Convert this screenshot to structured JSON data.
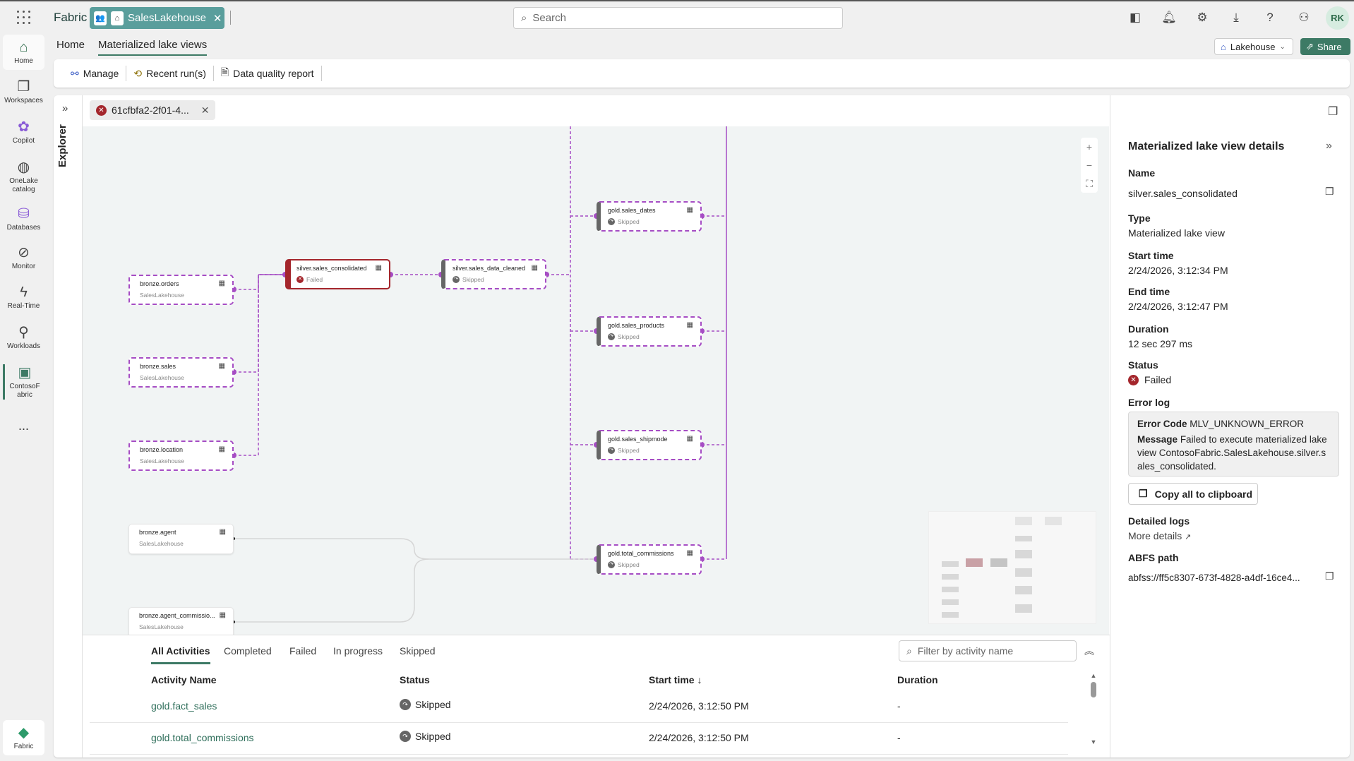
{
  "topbar": {
    "brand": "Fabric",
    "workspace_tab": "SalesLakehouse",
    "search_placeholder": "Search",
    "avatar": "RK"
  },
  "rail": [
    {
      "label": "Home",
      "icon": "home-icon"
    },
    {
      "label": "Workspaces",
      "icon": "workspaces-icon"
    },
    {
      "label": "Copilot",
      "icon": "copilot-icon"
    },
    {
      "label": "OneLake catalog",
      "icon": "onelake-icon"
    },
    {
      "label": "Databases",
      "icon": "databases-icon"
    },
    {
      "label": "Monitor",
      "icon": "monitor-icon"
    },
    {
      "label": "Real-Time",
      "icon": "realtime-icon"
    },
    {
      "label": "Workloads",
      "icon": "workloads-icon"
    },
    {
      "label": "ContosoFabric",
      "icon": "workspace-icon"
    },
    {
      "label": "...",
      "icon": "more-icon"
    },
    {
      "label": "Fabric",
      "icon": "fabric-icon"
    }
  ],
  "nav": {
    "tabs": [
      "Home",
      "Materialized lake views"
    ],
    "active": "Materialized lake views",
    "lakehouse": "Lakehouse",
    "share": "Share"
  },
  "toolbar": {
    "manage": "Manage",
    "recent_runs": "Recent run(s)",
    "dq_report": "Data quality report"
  },
  "explorer": {
    "label": "Explorer",
    "run_tab": "61cfbfa2-2f01-4..."
  },
  "graph": {
    "nodes": [
      {
        "id": "bronze.orders",
        "sub": "SalesLakehouse",
        "state": "source-linked"
      },
      {
        "id": "bronze.sales",
        "sub": "SalesLakehouse",
        "state": "source-linked"
      },
      {
        "id": "bronze.location",
        "sub": "SalesLakehouse",
        "state": "source-linked"
      },
      {
        "id": "bronze.agent",
        "sub": "SalesLakehouse",
        "state": "source"
      },
      {
        "id": "bronze.agent_commissio...",
        "sub": "SalesLakehouse",
        "state": "source"
      },
      {
        "id": "silver.sales_consolidated",
        "sub": "Failed",
        "state": "failed"
      },
      {
        "id": "silver.sales_data_cleaned",
        "sub": "Skipped",
        "state": "skipped"
      },
      {
        "id": "gold.sales_dates",
        "sub": "Skipped",
        "state": "skipped"
      },
      {
        "id": "gold.sales_products",
        "sub": "Skipped",
        "state": "skipped"
      },
      {
        "id": "gold.sales_shipmode",
        "sub": "Skipped",
        "state": "skipped"
      },
      {
        "id": "gold.total_commissions",
        "sub": "Skipped",
        "state": "skipped"
      }
    ],
    "colors": {
      "edge": "#a64dc4",
      "failed": "#a4262c",
      "skipped": "#666666",
      "inactive_edge": "#d6d6d6"
    }
  },
  "details": {
    "title": "Materialized lake view details",
    "name_label": "Name",
    "name": "silver.sales_consolidated",
    "type_label": "Type",
    "type": "Materialized lake view",
    "start_label": "Start time",
    "start": "2/24/2026, 3:12:34 PM",
    "end_label": "End time",
    "end": "2/24/2026, 3:12:47 PM",
    "duration_label": "Duration",
    "duration": "12 sec 297 ms",
    "status_label": "Status",
    "status": "Failed",
    "error_label": "Error log",
    "error_code_label": "Error Code",
    "error_code": "MLV_UNKNOWN_ERROR",
    "message_label": "Message",
    "message": "Failed to execute materialized lake view ContosoFabric.SalesLakehouse.silver.sales_consolidated.",
    "copy_all": "Copy all to clipboard",
    "logs_label": "Detailed logs",
    "more_details": "More details",
    "abfs_label": "ABFS path",
    "abfs": "abfss://ff5c8307-673f-4828-a4df-16ce4..."
  },
  "activities": {
    "tabs": [
      "All Activities",
      "Completed",
      "Failed",
      "In progress",
      "Skipped"
    ],
    "filter_placeholder": "Filter by activity name",
    "columns": [
      "Activity Name",
      "Status",
      "Start time ↓",
      "Duration"
    ],
    "rows": [
      {
        "name": "gold.fact_sales",
        "status": "Skipped",
        "start": "2/24/2026, 3:12:50 PM",
        "duration": "-"
      },
      {
        "name": "gold.total_commissions",
        "status": "Skipped",
        "start": "2/24/2026, 3:12:50 PM",
        "duration": "-"
      }
    ]
  }
}
